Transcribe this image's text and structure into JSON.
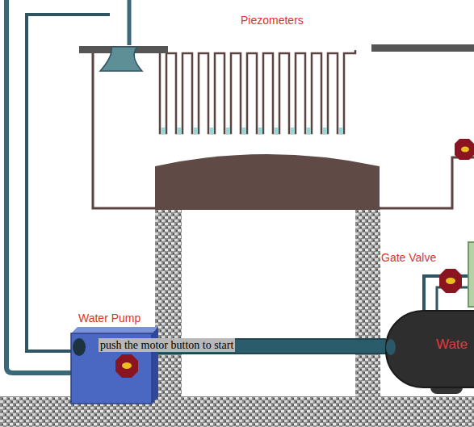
{
  "diagram": {
    "nodes": [
      {
        "text": [
          "Water Pump"
        ]
      },
      {
        "text": [
          "Wate"
        ]
      }
    ],
    "edges": [
      {
        "from": 1,
        "to": 0,
        "arrow": "none"
      }
    ],
    "labels": [
      "Piezometers",
      "Gate Valve",
      "push the motor button to start"
    ]
  }
}
